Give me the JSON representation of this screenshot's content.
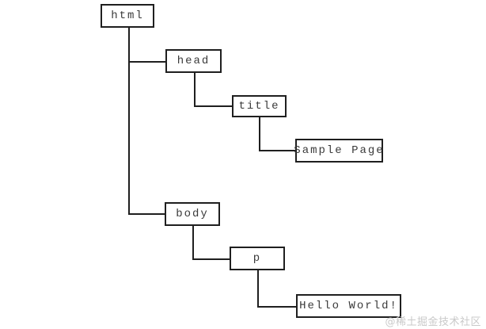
{
  "diagram": {
    "type": "tree",
    "nodes": [
      {
        "id": "html",
        "label": "html"
      },
      {
        "id": "head",
        "label": "head"
      },
      {
        "id": "title",
        "label": "title"
      },
      {
        "id": "sample-page",
        "label": "Sample Page"
      },
      {
        "id": "body",
        "label": "body"
      },
      {
        "id": "p",
        "label": "p"
      },
      {
        "id": "hello-world",
        "label": "Hello World!"
      }
    ],
    "edges": [
      {
        "from": "html",
        "to": "head"
      },
      {
        "from": "html",
        "to": "body"
      },
      {
        "from": "head",
        "to": "title"
      },
      {
        "from": "title",
        "to": "sample-page"
      },
      {
        "from": "body",
        "to": "p"
      },
      {
        "from": "p",
        "to": "hello-world"
      }
    ]
  },
  "watermark": {
    "text": "@稀土掘金技术社区"
  },
  "colors": {
    "background": "#ffffff",
    "box_border": "#1f1f1f",
    "line": "#1f1f1f",
    "text": "#3a3a3a",
    "watermark": "#c9c9c9"
  }
}
